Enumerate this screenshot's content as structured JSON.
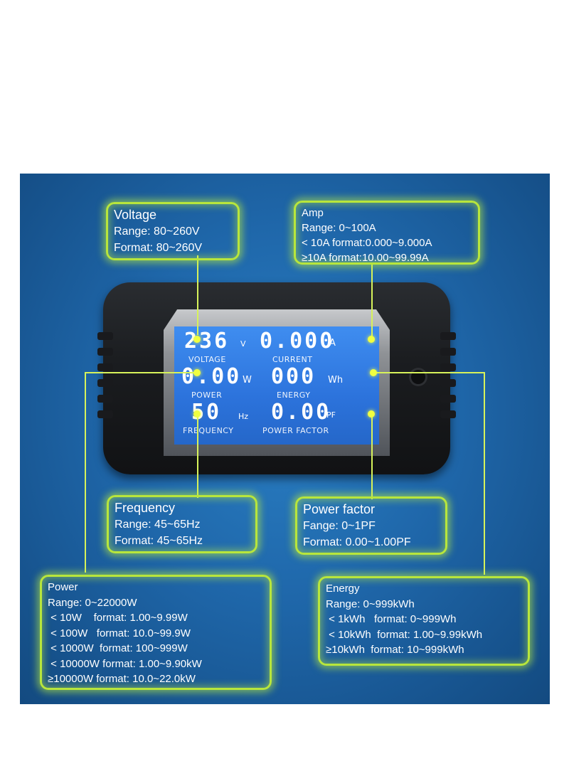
{
  "lcd": {
    "voltage_value": "236",
    "voltage_unit": "V",
    "voltage_label": "VOLTAGE",
    "current_value": "0.000",
    "current_unit": "A",
    "current_label": "CURRENT",
    "power_value": "0.00",
    "power_unit": "W",
    "power_label": "POWER",
    "energy_value": "000",
    "energy_unit": "Wh",
    "energy_label": "ENERGY",
    "frequency_value": "50",
    "frequency_unit": "Hz",
    "frequency_label": "FREQUENCY",
    "pf_value": "0.00",
    "pf_unit": "PF",
    "pf_label": "POWER FACTOR"
  },
  "callouts": {
    "voltage": [
      "Voltage",
      "Range: 80~260V",
      "Format: 80~260V"
    ],
    "amp": [
      "Amp",
      "Range: 0~100A",
      " < 10A format:0.000~9.000A",
      "≥10A format:10.00~99.99A"
    ],
    "frequency": [
      "Frequency",
      "Range: 45~65Hz",
      "Format: 45~65Hz"
    ],
    "power_factor": [
      "Power factor",
      "Fange: 0~1PF",
      "Format: 0.00~1.00PF"
    ],
    "power": [
      "Power",
      "Range: 0~22000W",
      " < 10W    format: 1.00~9.99W",
      " < 100W   format: 10.0~99.9W",
      " < 1000W  format: 100~999W",
      " < 10000W format: 1.00~9.90kW",
      "≥10000W format: 10.0~22.0kW"
    ],
    "energy": [
      "Energy",
      "Range: 0~999kWh",
      " < 1kWh   format: 0~999Wh",
      " < 10kWh  format: 1.00~9.99kWh",
      "≥10kWh  format: 10~999kWh"
    ]
  },
  "colors": {
    "panel": "#1f67aa",
    "callout_border": "#b8e63c",
    "lcd": "#2c73dc",
    "dot": "#f0ff40"
  }
}
